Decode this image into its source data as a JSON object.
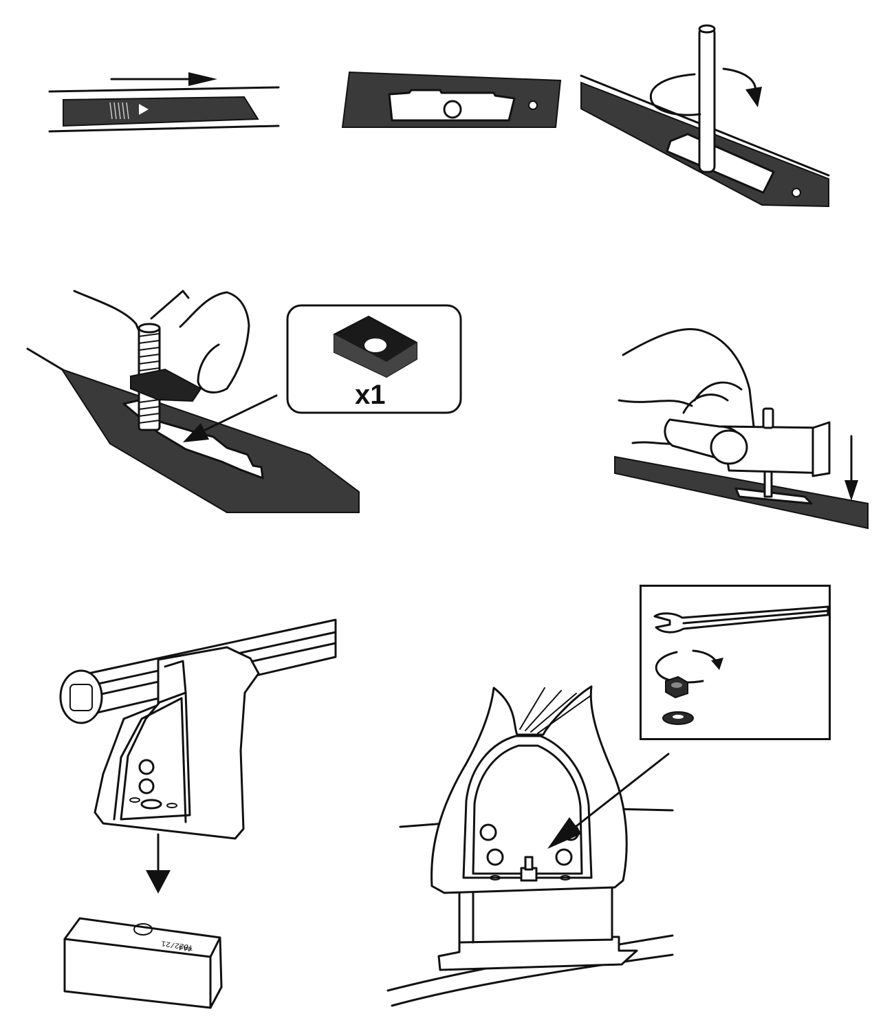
{
  "accessory_pad": {
    "quantity": "x1"
  },
  "foot_pad": {
    "stamp_line1": "TD22/21",
    "stamp_line2": "4A4"
  },
  "colors": {
    "ink": "#111111",
    "rail": "#3a3a3a",
    "paper": "#ffffff"
  }
}
